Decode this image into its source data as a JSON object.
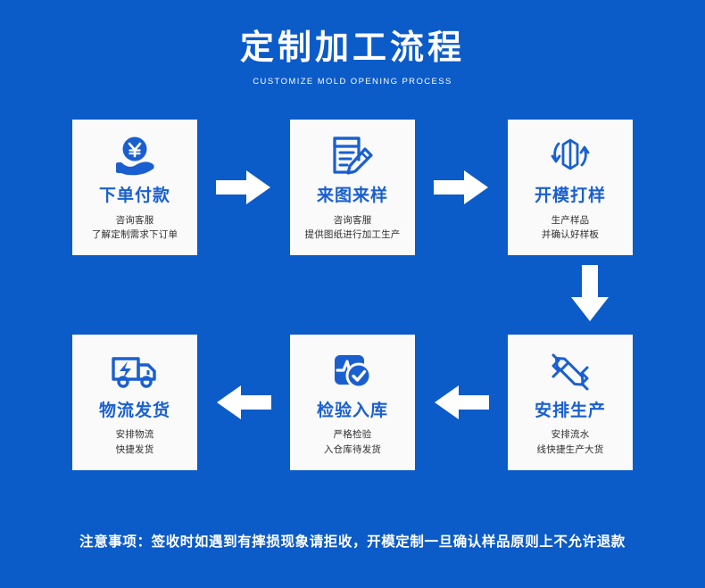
{
  "page": {
    "background_color": "#0b5bc8",
    "card_background": "#fafafa",
    "accent_color": "#1a5fd0",
    "arrow_color": "#ffffff"
  },
  "header": {
    "title": "定制加工流程",
    "subtitle": "CUSTOMIZE MOLD OPENING PROCESS"
  },
  "steps": [
    {
      "index": "1",
      "icon": "hand-holding-yuan-icon",
      "title": "下单付款",
      "desc_line1": "咨询客服",
      "desc_line2": "了解定制需求下订单"
    },
    {
      "index": "2",
      "icon": "document-pencil-icon",
      "title": "来图来样",
      "desc_line1": "咨询客服",
      "desc_line2": "提供图纸进行加工生产"
    },
    {
      "index": "3",
      "icon": "box-refresh-icon",
      "title": "开模打样",
      "desc_line1": "生产样品",
      "desc_line2": "并确认好样板"
    },
    {
      "index": "4",
      "icon": "pencil-wrench-icon",
      "title": "安排生产",
      "desc_line1": "安排流水",
      "desc_line2": "线快捷生产大货"
    },
    {
      "index": "5",
      "icon": "inspection-check-icon",
      "title": "检验入库",
      "desc_line1": "严格检验",
      "desc_line2": "入仓库待发货"
    },
    {
      "index": "6",
      "icon": "delivery-truck-icon",
      "title": "物流发货",
      "desc_line1": "安排物流",
      "desc_line2": "快捷发货"
    }
  ],
  "arrows": [
    {
      "name": "arrow-step1-to-step2",
      "direction": "right"
    },
    {
      "name": "arrow-step2-to-step3",
      "direction": "right"
    },
    {
      "name": "arrow-step3-to-step4",
      "direction": "down"
    },
    {
      "name": "arrow-step4-to-step5",
      "direction": "left"
    },
    {
      "name": "arrow-step5-to-step6",
      "direction": "left"
    }
  ],
  "footer": {
    "note": "注意事项：签收时如遇到有摔损现象请拒收，开模定制一旦确认样品原则上不允许退款"
  }
}
